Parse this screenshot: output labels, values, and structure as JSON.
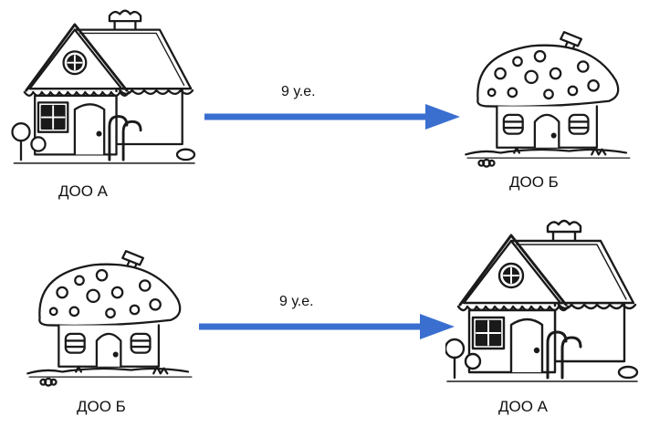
{
  "transfers": [
    {
      "from": "ДОО А",
      "to": "ДОО Б",
      "amount": "9 у.е.",
      "from_icon": "gingerbread-house-icon",
      "to_icon": "mushroom-house-icon"
    },
    {
      "from": "ДОО Б",
      "to": "ДОО А",
      "amount": "9 у.е.",
      "from_icon": "mushroom-house-icon",
      "to_icon": "gingerbread-house-icon"
    }
  ],
  "colors": {
    "arrow": "#3a6fd0",
    "outline": "#1a1a1a"
  }
}
